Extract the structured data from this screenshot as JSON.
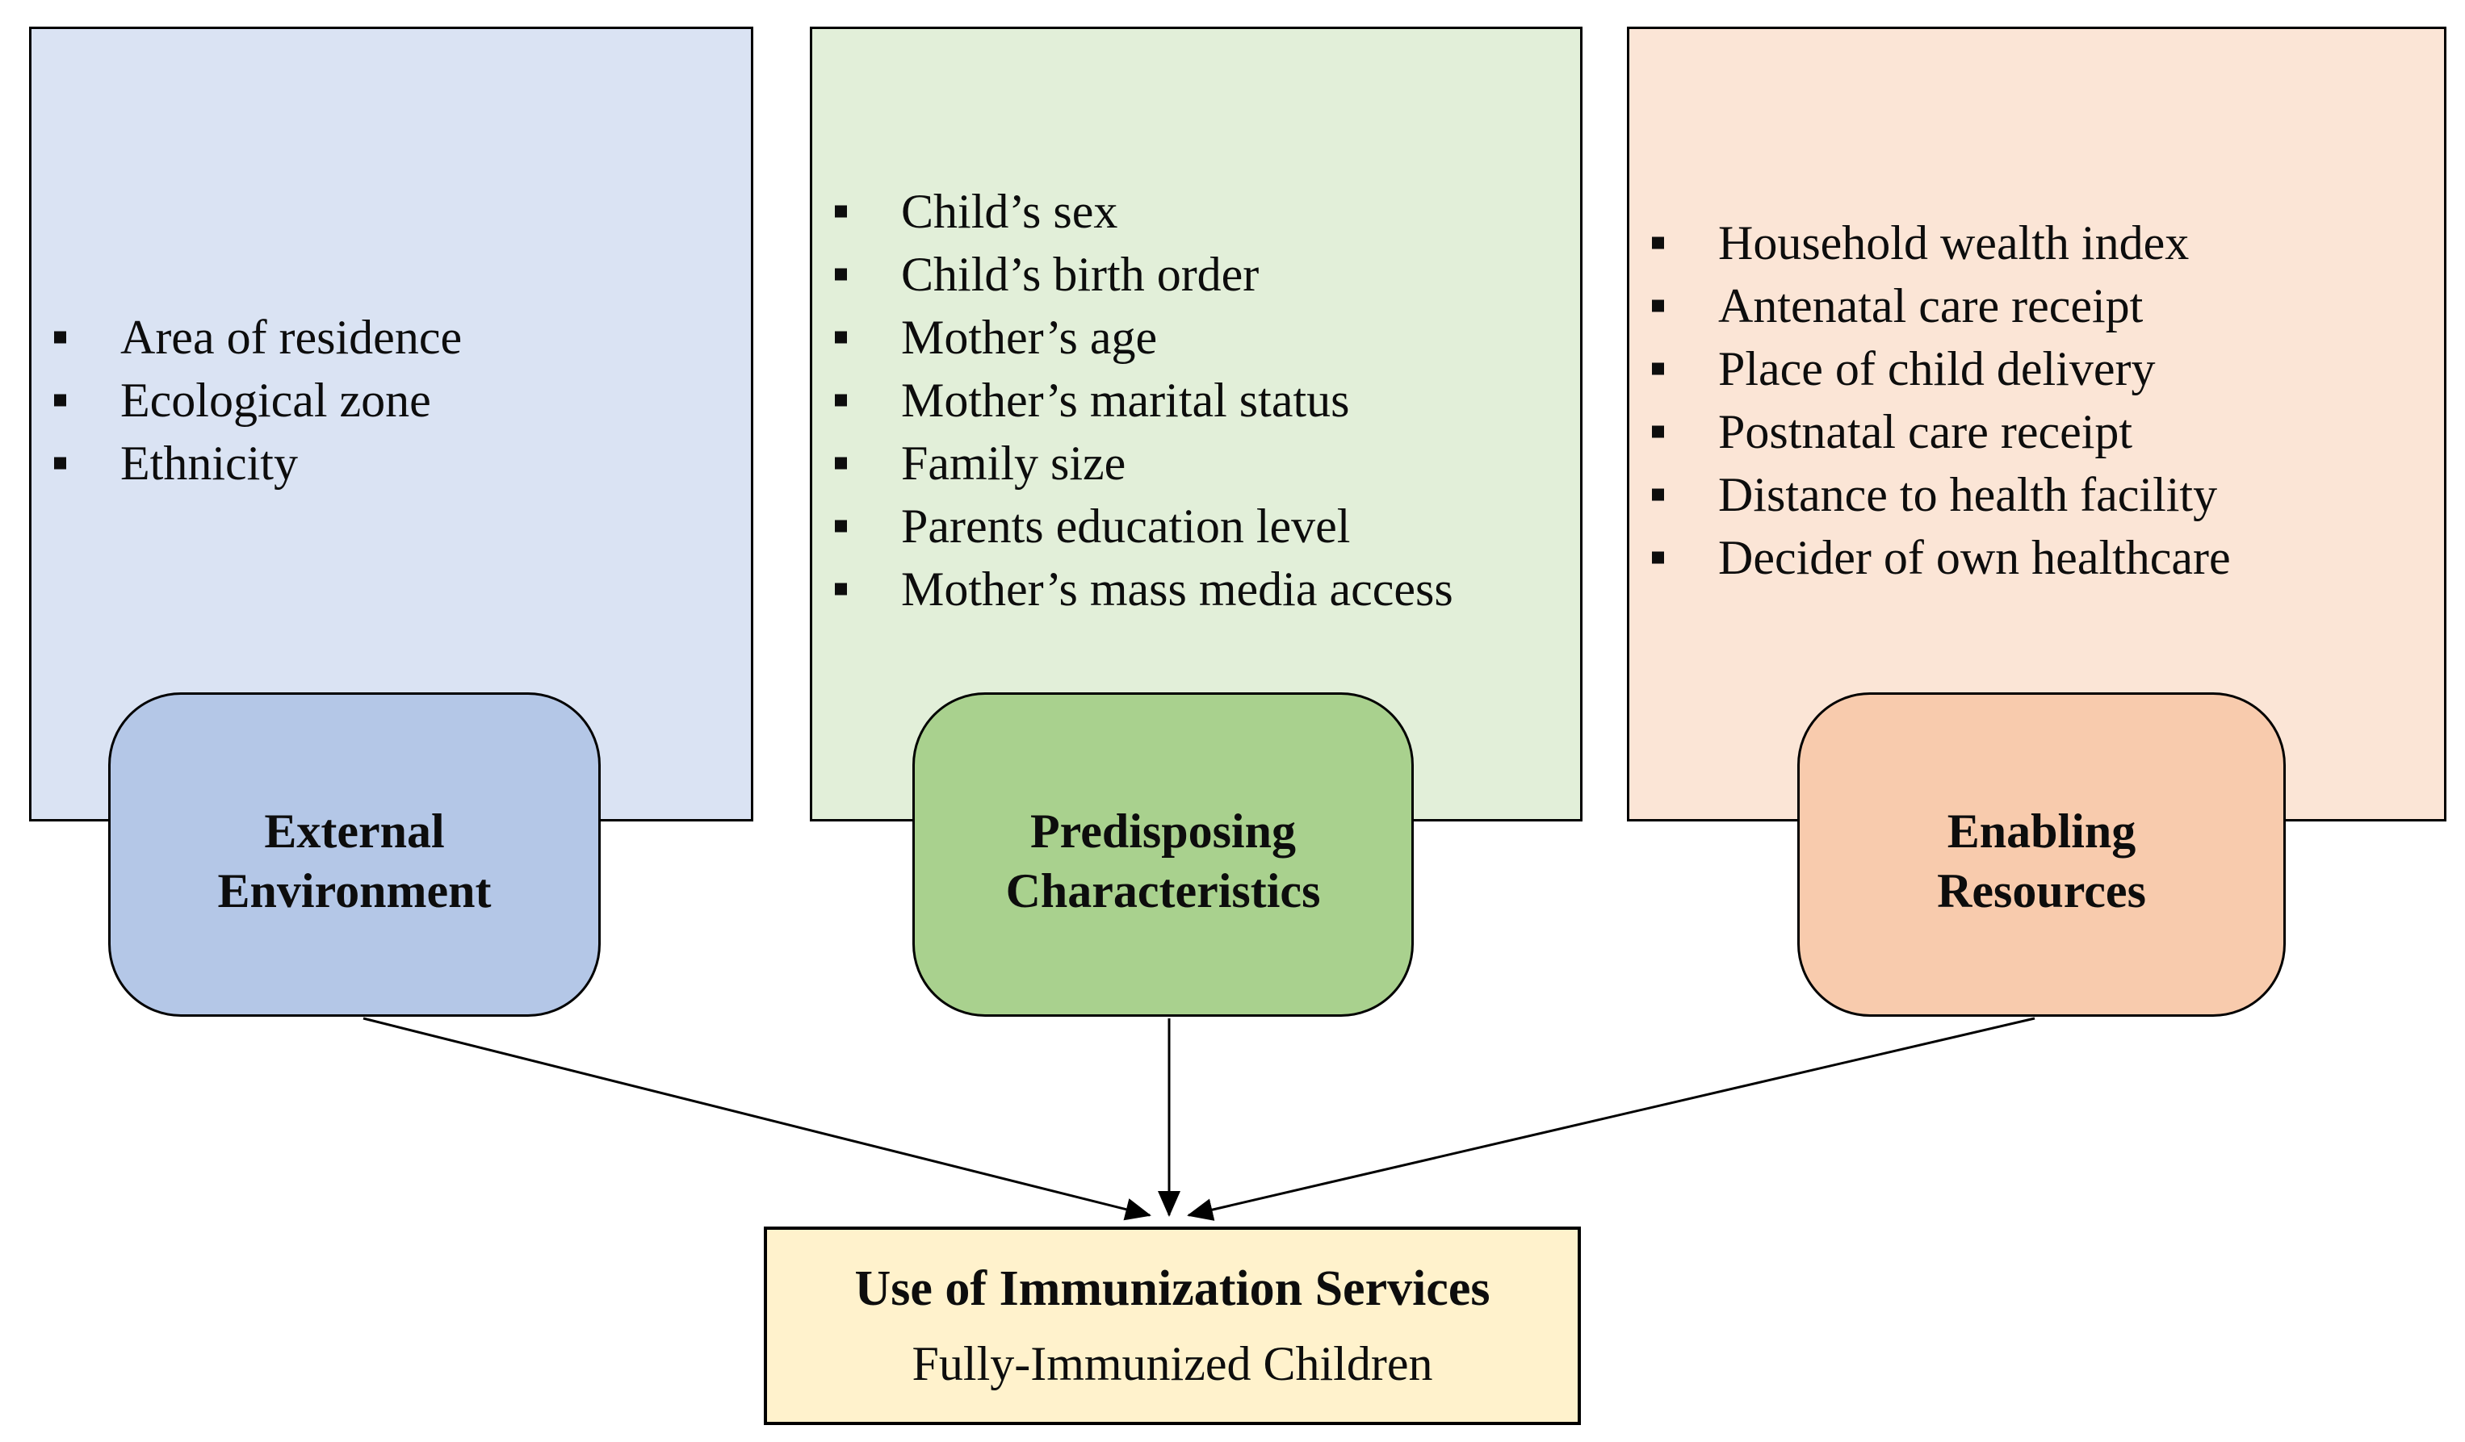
{
  "columns": [
    {
      "label": "External\nEnvironment",
      "items": [
        "Area of residence",
        "Ecological zone",
        "Ethnicity"
      ],
      "box_fill": "#DAE3F3",
      "label_fill": "#B4C7E7"
    },
    {
      "label": "Predisposing\nCharacteristics",
      "items": [
        "Child’s sex",
        "Child’s birth order",
        "Mother’s age",
        "Mother’s marital status",
        "Family size",
        "Parents education level",
        "Mother’s mass media access"
      ],
      "box_fill": "#E2EFD9",
      "label_fill": "#A9D18E"
    },
    {
      "label": "Enabling\nResources",
      "items": [
        "Household wealth index",
        "Antenatal care receipt",
        "Place of child delivery",
        "Postnatal care receipt",
        "Distance to health facility",
        "Decider of own healthcare"
      ],
      "box_fill": "#FBE5D6",
      "label_fill": "#F8CBAD"
    }
  ],
  "outcome": {
    "title": "Use of Immunization Services",
    "subtitle": "Fully-Immunized Children",
    "fill": "#FFF2CC"
  },
  "colors": {
    "page_bg": "#FFFFFF",
    "border": "#000000",
    "text": "#0D0D0D",
    "arrow": "#000000"
  }
}
